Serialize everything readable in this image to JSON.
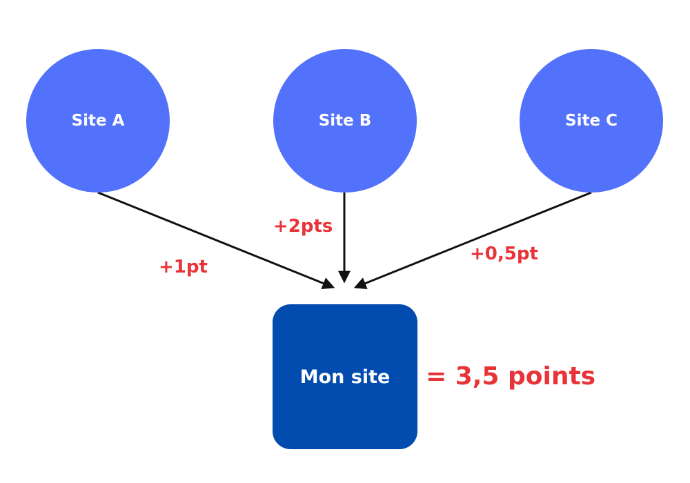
{
  "colors": {
    "circle": "#5372fb",
    "box": "#024baf",
    "arrow": "#111111",
    "accent": "#e83438"
  },
  "sources": [
    {
      "id": "a",
      "label": "Site A",
      "points": "+1pt"
    },
    {
      "id": "b",
      "label": "Site B",
      "points": "+2pts"
    },
    {
      "id": "c",
      "label": "Site C",
      "points": "+0,5pt"
    }
  ],
  "target": {
    "label": "Mon site"
  },
  "total": "= 3,5 points"
}
